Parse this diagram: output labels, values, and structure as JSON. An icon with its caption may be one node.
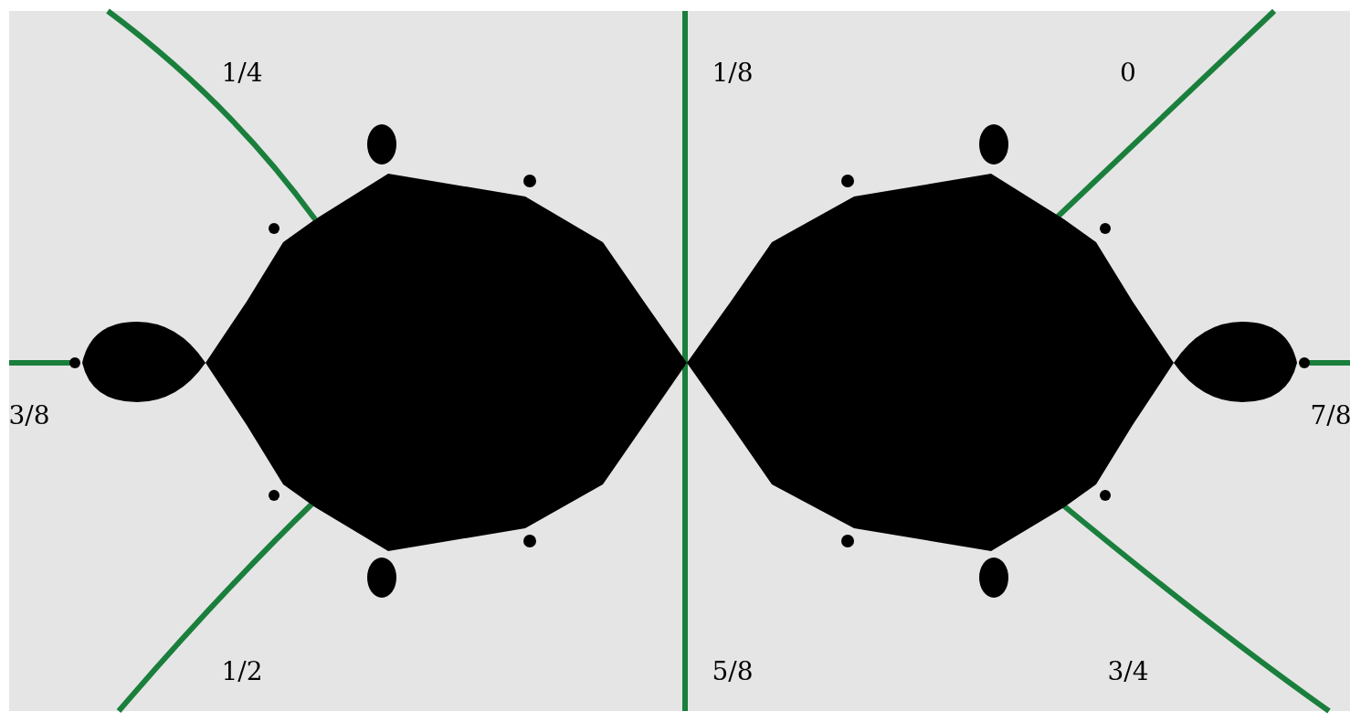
{
  "diagram": {
    "labels": [
      "1/4",
      "1/8",
      "0",
      "3/8",
      "7/8",
      "1/2",
      "5/8",
      "3/4"
    ]
  }
}
